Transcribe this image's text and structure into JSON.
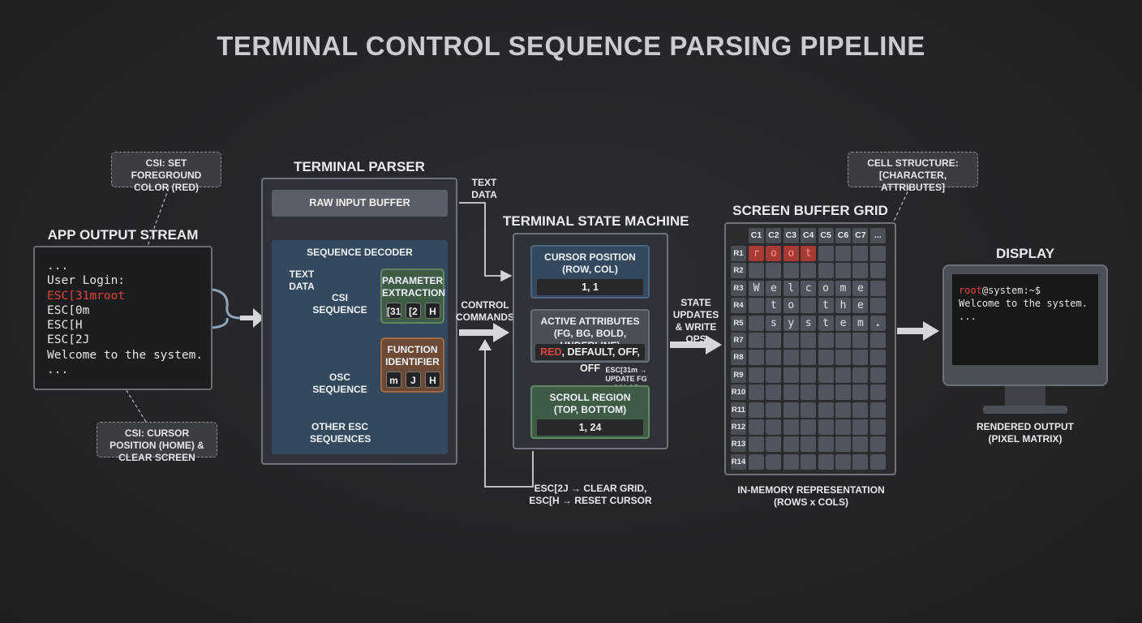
{
  "title": "TERMINAL CONTROL SEQUENCE PARSING PIPELINE",
  "callouts": {
    "set_fg": "CSI: SET FOREGROUND COLOR (RED)",
    "cursor_home": "CSI: CURSOR POSITION (HOME) & CLEAR SCREEN",
    "cell_structure": "CELL STRUCTURE: [CHARACTER, ATTRIBUTES]"
  },
  "app_output": {
    "heading": "APP OUTPUT STREAM",
    "lines": [
      {
        "text": "...",
        "color": "#e6e6e6"
      },
      {
        "text": "User Login:",
        "color": "#e6e6e6"
      },
      {
        "text": "ESC[31mroot",
        "color": "#e0443a"
      },
      {
        "text": "ESC[0m",
        "color": "#e6e6e6"
      },
      {
        "text": "ESC[H",
        "color": "#e6e6e6"
      },
      {
        "text": "ESC[2J",
        "color": "#e6e6e6"
      },
      {
        "text": "Welcome to the system.",
        "color": "#e6e6e6"
      },
      {
        "text": "...",
        "color": "#e6e6e6"
      }
    ]
  },
  "parser": {
    "heading": "TERMINAL PARSER",
    "raw_input": "RAW INPUT BUFFER",
    "decoder": "SEQUENCE DECODER",
    "text_data": "TEXT DATA",
    "csi": "CSI SEQUENCE",
    "osc": "OSC SEQUENCE",
    "other": "OTHER ESC SEQUENCES",
    "param_title": "PARAMETER EXTRACTION",
    "param_keys": [
      "[31",
      "[2",
      "H"
    ],
    "func_title": "FUNCTION IDENTIFIER",
    "func_keys": [
      "m",
      "J",
      "H"
    ]
  },
  "flow_labels": {
    "text_data": "TEXT DATA",
    "control_commands": "CONTROL COMMANDS",
    "state_updates": "STATE UPDATES & WRITE OPS",
    "clear_grid": "ESC[2J → CLEAR GRID,",
    "reset_cursor": "ESC[H → RESET CURSOR"
  },
  "state_machine": {
    "heading": "TERMINAL STATE MACHINE",
    "cursor_title": "CURSOR POSITION (ROW, COL)",
    "cursor_value": "1, 1",
    "attr_title": "ACTIVE ATTRIBUTES (FG, BG, BOLD, UNDERLINE)",
    "attr_value_red": "RED",
    "attr_value_rest": ", DEFAULT, OFF, OFF",
    "attr_note": "ESC[31m → UPDATE FG COLOR",
    "scroll_title": "SCROLL REGION (TOP, BOTTOM)",
    "scroll_value": "1, 24"
  },
  "screen_buffer": {
    "heading": "SCREEN BUFFER GRID",
    "columns": [
      "C1",
      "C2",
      "C3",
      "C4",
      "C5",
      "C6",
      "C7",
      "..."
    ],
    "rows": [
      "R1",
      "R2",
      "R3",
      "R4",
      "R5",
      "R7",
      "R8",
      "R9",
      "R10",
      "R11",
      "R12",
      "R13",
      "R14"
    ],
    "cells": [
      [
        "r",
        "o",
        "o",
        "t",
        "",
        "",
        "",
        ""
      ],
      [
        "",
        "",
        "",
        "",
        "",
        "",
        "",
        ""
      ],
      [
        "W",
        "e",
        "l",
        "c",
        "o",
        "m",
        "e",
        ""
      ],
      [
        "",
        "t",
        "o",
        "",
        "t",
        "h",
        "e",
        ""
      ],
      [
        "",
        "s",
        "y",
        "s",
        "t",
        "e",
        "m",
        "."
      ],
      [
        "",
        "",
        "",
        "",
        "",
        "",
        "",
        ""
      ],
      [
        "",
        "",
        "",
        "",
        "",
        "",
        "",
        ""
      ],
      [
        "",
        "",
        "",
        "",
        "",
        "",
        "",
        ""
      ],
      [
        "",
        "",
        "",
        "",
        "",
        "",
        "",
        ""
      ],
      [
        "",
        "",
        "",
        "",
        "",
        "",
        "",
        ""
      ],
      [
        "",
        "",
        "",
        "",
        "",
        "",
        "",
        ""
      ],
      [
        "",
        "",
        "",
        "",
        "",
        "",
        "",
        ""
      ],
      [
        "",
        "",
        "",
        "",
        "",
        "",
        "",
        ""
      ]
    ],
    "red_row_index": 0,
    "red_color": "#a83a34",
    "caption": "IN-MEMORY REPRESENTATION (ROWS x COLS)"
  },
  "display": {
    "heading": "DISPLAY",
    "prompt_user": "root",
    "prompt_rest": "@system:~$",
    "line2": "Welcome to the system.",
    "line3": "...",
    "caption": "RENDERED OUTPUT (PIXEL MATRIX)"
  },
  "colors": {
    "accent_red": "#e0443a",
    "green_card": "#3f5b45",
    "orange_card": "#6d4a36",
    "decoder_blue": "#34495e"
  }
}
